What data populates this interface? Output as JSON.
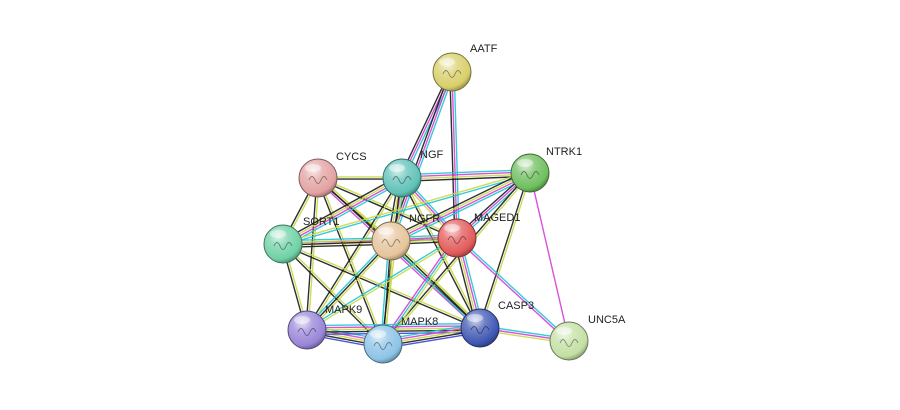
{
  "nodes": [
    {
      "id": "AATF",
      "label": "AATF",
      "color": "#d8cf6a"
    },
    {
      "id": "NGF",
      "label": "NGF",
      "color": "#5fc2b8"
    },
    {
      "id": "CYCS",
      "label": "CYCS",
      "color": "#e3a2a2"
    },
    {
      "id": "NTRK1",
      "label": "NTRK1",
      "color": "#6fbf5f"
    },
    {
      "id": "SORT1",
      "label": "SORT1",
      "color": "#6fd1a5"
    },
    {
      "id": "NGFR",
      "label": "NGFR",
      "color": "#e6c49b"
    },
    {
      "id": "MAGED1",
      "label": "MAGED1",
      "color": "#e35a5a"
    },
    {
      "id": "MAPK9",
      "label": "MAPK9",
      "color": "#9a85d8"
    },
    {
      "id": "MAPK8",
      "label": "MAPK8",
      "color": "#8cc3e6"
    },
    {
      "id": "CASP3",
      "label": "CASP3",
      "color": "#3f57b3"
    },
    {
      "id": "UNC5A",
      "label": "UNC5A",
      "color": "#c3e0a3"
    }
  ],
  "edges": [
    {
      "source": "AATF",
      "target": "NGF",
      "colors": [
        "#20c5d4",
        "#d43fd4",
        "#1a1a1a"
      ]
    },
    {
      "source": "AATF",
      "target": "NGFR",
      "colors": [
        "#20c5d4",
        "#d43fd4",
        "#1a1a1a"
      ]
    },
    {
      "source": "AATF",
      "target": "MAGED1",
      "colors": [
        "#20c5d4",
        "#d43fd4",
        "#1a1a1a"
      ]
    },
    {
      "source": "CYCS",
      "target": "NGF",
      "colors": [
        "#c8d84a",
        "#1a1a1a"
      ]
    },
    {
      "source": "CYCS",
      "target": "SORT1",
      "colors": [
        "#c8d84a",
        "#1a1a1a"
      ]
    },
    {
      "source": "CYCS",
      "target": "NGFR",
      "colors": [
        "#c8d84a",
        "#1a1a1a"
      ]
    },
    {
      "source": "CYCS",
      "target": "MAGED1",
      "colors": [
        "#c8d84a",
        "#1a1a1a"
      ]
    },
    {
      "source": "CYCS",
      "target": "MAPK9",
      "colors": [
        "#c8d84a",
        "#1a1a1a"
      ]
    },
    {
      "source": "CYCS",
      "target": "MAPK8",
      "colors": [
        "#c8d84a",
        "#1a1a1a"
      ]
    },
    {
      "source": "CYCS",
      "target": "CASP3",
      "colors": [
        "#c8d84a",
        "#1a1a1a",
        "#d43fd4"
      ]
    },
    {
      "source": "NGF",
      "target": "NTRK1",
      "colors": [
        "#20c5d4",
        "#d43fd4",
        "#c8d84a",
        "#1a1a1a"
      ]
    },
    {
      "source": "NGF",
      "target": "SORT1",
      "colors": [
        "#20c5d4",
        "#d43fd4",
        "#c8d84a",
        "#1a1a1a"
      ]
    },
    {
      "source": "NGF",
      "target": "NGFR",
      "colors": [
        "#20c5d4",
        "#d43fd4",
        "#c8d84a",
        "#1a1a1a"
      ]
    },
    {
      "source": "NGF",
      "target": "MAGED1",
      "colors": [
        "#20c5d4",
        "#d43fd4",
        "#c8d84a"
      ]
    },
    {
      "source": "NGF",
      "target": "MAPK9",
      "colors": [
        "#c8d84a",
        "#1a1a1a"
      ]
    },
    {
      "source": "NGF",
      "target": "MAPK8",
      "colors": [
        "#c8d84a",
        "#1a1a1a"
      ]
    },
    {
      "source": "NGF",
      "target": "CASP3",
      "colors": [
        "#c8d84a",
        "#1a1a1a"
      ]
    },
    {
      "source": "NTRK1",
      "target": "SORT1",
      "colors": [
        "#20c5d4",
        "#c8d84a"
      ]
    },
    {
      "source": "NTRK1",
      "target": "NGFR",
      "colors": [
        "#20c5d4",
        "#d43fd4",
        "#c8d84a",
        "#1a1a1a"
      ]
    },
    {
      "source": "NTRK1",
      "target": "MAGED1",
      "colors": [
        "#20c5d4",
        "#d43fd4",
        "#1a1a1a"
      ]
    },
    {
      "source": "NTRK1",
      "target": "MAPK8",
      "colors": [
        "#c8d84a",
        "#1a1a1a"
      ]
    },
    {
      "source": "NTRK1",
      "target": "CASP3",
      "colors": [
        "#c8d84a",
        "#1a1a1a"
      ]
    },
    {
      "source": "SORT1",
      "target": "NGFR",
      "colors": [
        "#20c5d4",
        "#d43fd4",
        "#c8d84a",
        "#1a1a1a"
      ]
    },
    {
      "source": "SORT1",
      "target": "MAGED1",
      "colors": [
        "#c8d84a",
        "#1a1a1a"
      ]
    },
    {
      "source": "SORT1",
      "target": "MAPK9",
      "colors": [
        "#c8d84a",
        "#1a1a1a"
      ]
    },
    {
      "source": "SORT1",
      "target": "MAPK8",
      "colors": [
        "#c8d84a",
        "#1a1a1a"
      ]
    },
    {
      "source": "SORT1",
      "target": "CASP3",
      "colors": [
        "#c8d84a",
        "#1a1a1a"
      ]
    },
    {
      "source": "NGFR",
      "target": "MAGED1",
      "colors": [
        "#20c5d4",
        "#d43fd4",
        "#c8d84a",
        "#1a1a1a"
      ]
    },
    {
      "source": "NGFR",
      "target": "MAPK9",
      "colors": [
        "#c8d84a",
        "#1a1a1a",
        "#20c5d4"
      ]
    },
    {
      "source": "NGFR",
      "target": "MAPK8",
      "colors": [
        "#c8d84a",
        "#1a1a1a",
        "#20c5d4"
      ]
    },
    {
      "source": "NGFR",
      "target": "CASP3",
      "colors": [
        "#c8d84a",
        "#1a1a1a",
        "#20c5d4"
      ]
    },
    {
      "source": "MAGED1",
      "target": "MAPK9",
      "colors": [
        "#c8d84a",
        "#20c5d4"
      ]
    },
    {
      "source": "MAGED1",
      "target": "MAPK8",
      "colors": [
        "#c8d84a",
        "#20c5d4",
        "#d43fd4"
      ]
    },
    {
      "source": "MAGED1",
      "target": "CASP3",
      "colors": [
        "#20c5d4",
        "#d43fd4",
        "#c8d84a",
        "#1a1a1a"
      ]
    },
    {
      "source": "MAGED1",
      "target": "UNC5A",
      "colors": [
        "#20c5d4",
        "#d43fd4"
      ]
    },
    {
      "source": "NTRK1",
      "target": "UNC5A",
      "colors": [
        "#d43fd4"
      ]
    },
    {
      "source": "MAPK9",
      "target": "MAPK8",
      "colors": [
        "#20c5d4",
        "#d43fd4",
        "#c8d84a",
        "#1a1a1a",
        "#3a45d4"
      ]
    },
    {
      "source": "MAPK9",
      "target": "CASP3",
      "colors": [
        "#20c5d4",
        "#d43fd4",
        "#c8d84a",
        "#1a1a1a",
        "#3a45d4"
      ]
    },
    {
      "source": "MAPK8",
      "target": "CASP3",
      "colors": [
        "#20c5d4",
        "#d43fd4",
        "#c8d84a",
        "#1a1a1a",
        "#3a45d4"
      ]
    },
    {
      "source": "CASP3",
      "target": "UNC5A",
      "colors": [
        "#20c5d4",
        "#d43fd4",
        "#c8d84a"
      ]
    }
  ]
}
